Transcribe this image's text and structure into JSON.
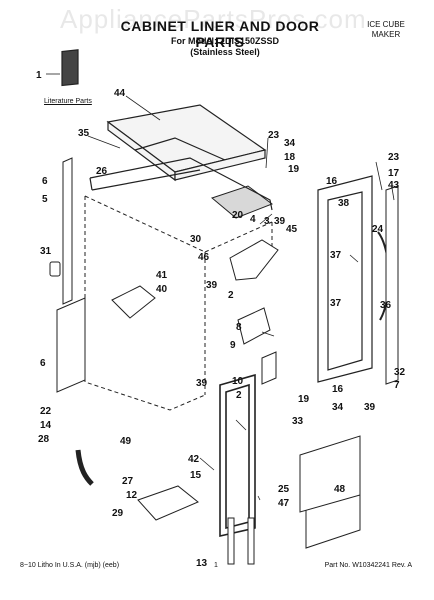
{
  "watermark": "AppliancePartsPros.com",
  "header": {
    "title": "CABINET LINER AND DOOR PARTS",
    "model_line": "For Model: ZDIS150ZSSD",
    "finish": "(Stainless Steel)",
    "category": "ICE CUBE MAKER"
  },
  "literature_label": "Literature Parts",
  "callouts": [
    "1",
    "44",
    "35",
    "26",
    "6",
    "5",
    "31",
    "6",
    "22",
    "14",
    "28",
    "29",
    "13",
    "12",
    "27",
    "49",
    "42",
    "15",
    "39",
    "8",
    "9",
    "10",
    "2",
    "30",
    "46",
    "41",
    "40",
    "39",
    "20",
    "4",
    "3",
    "2",
    "23",
    "34",
    "18",
    "19",
    "16",
    "38",
    "24",
    "37",
    "37",
    "36",
    "45",
    "39",
    "23",
    "17",
    "43",
    "32",
    "7",
    "39",
    "16",
    "34",
    "33",
    "19",
    "25",
    "48",
    "47"
  ],
  "footer": {
    "left": "8−10 Litho In U.S.A. (mjb) (eeb)",
    "center": "1",
    "right": "Part No. W10342241 Rev. A"
  }
}
